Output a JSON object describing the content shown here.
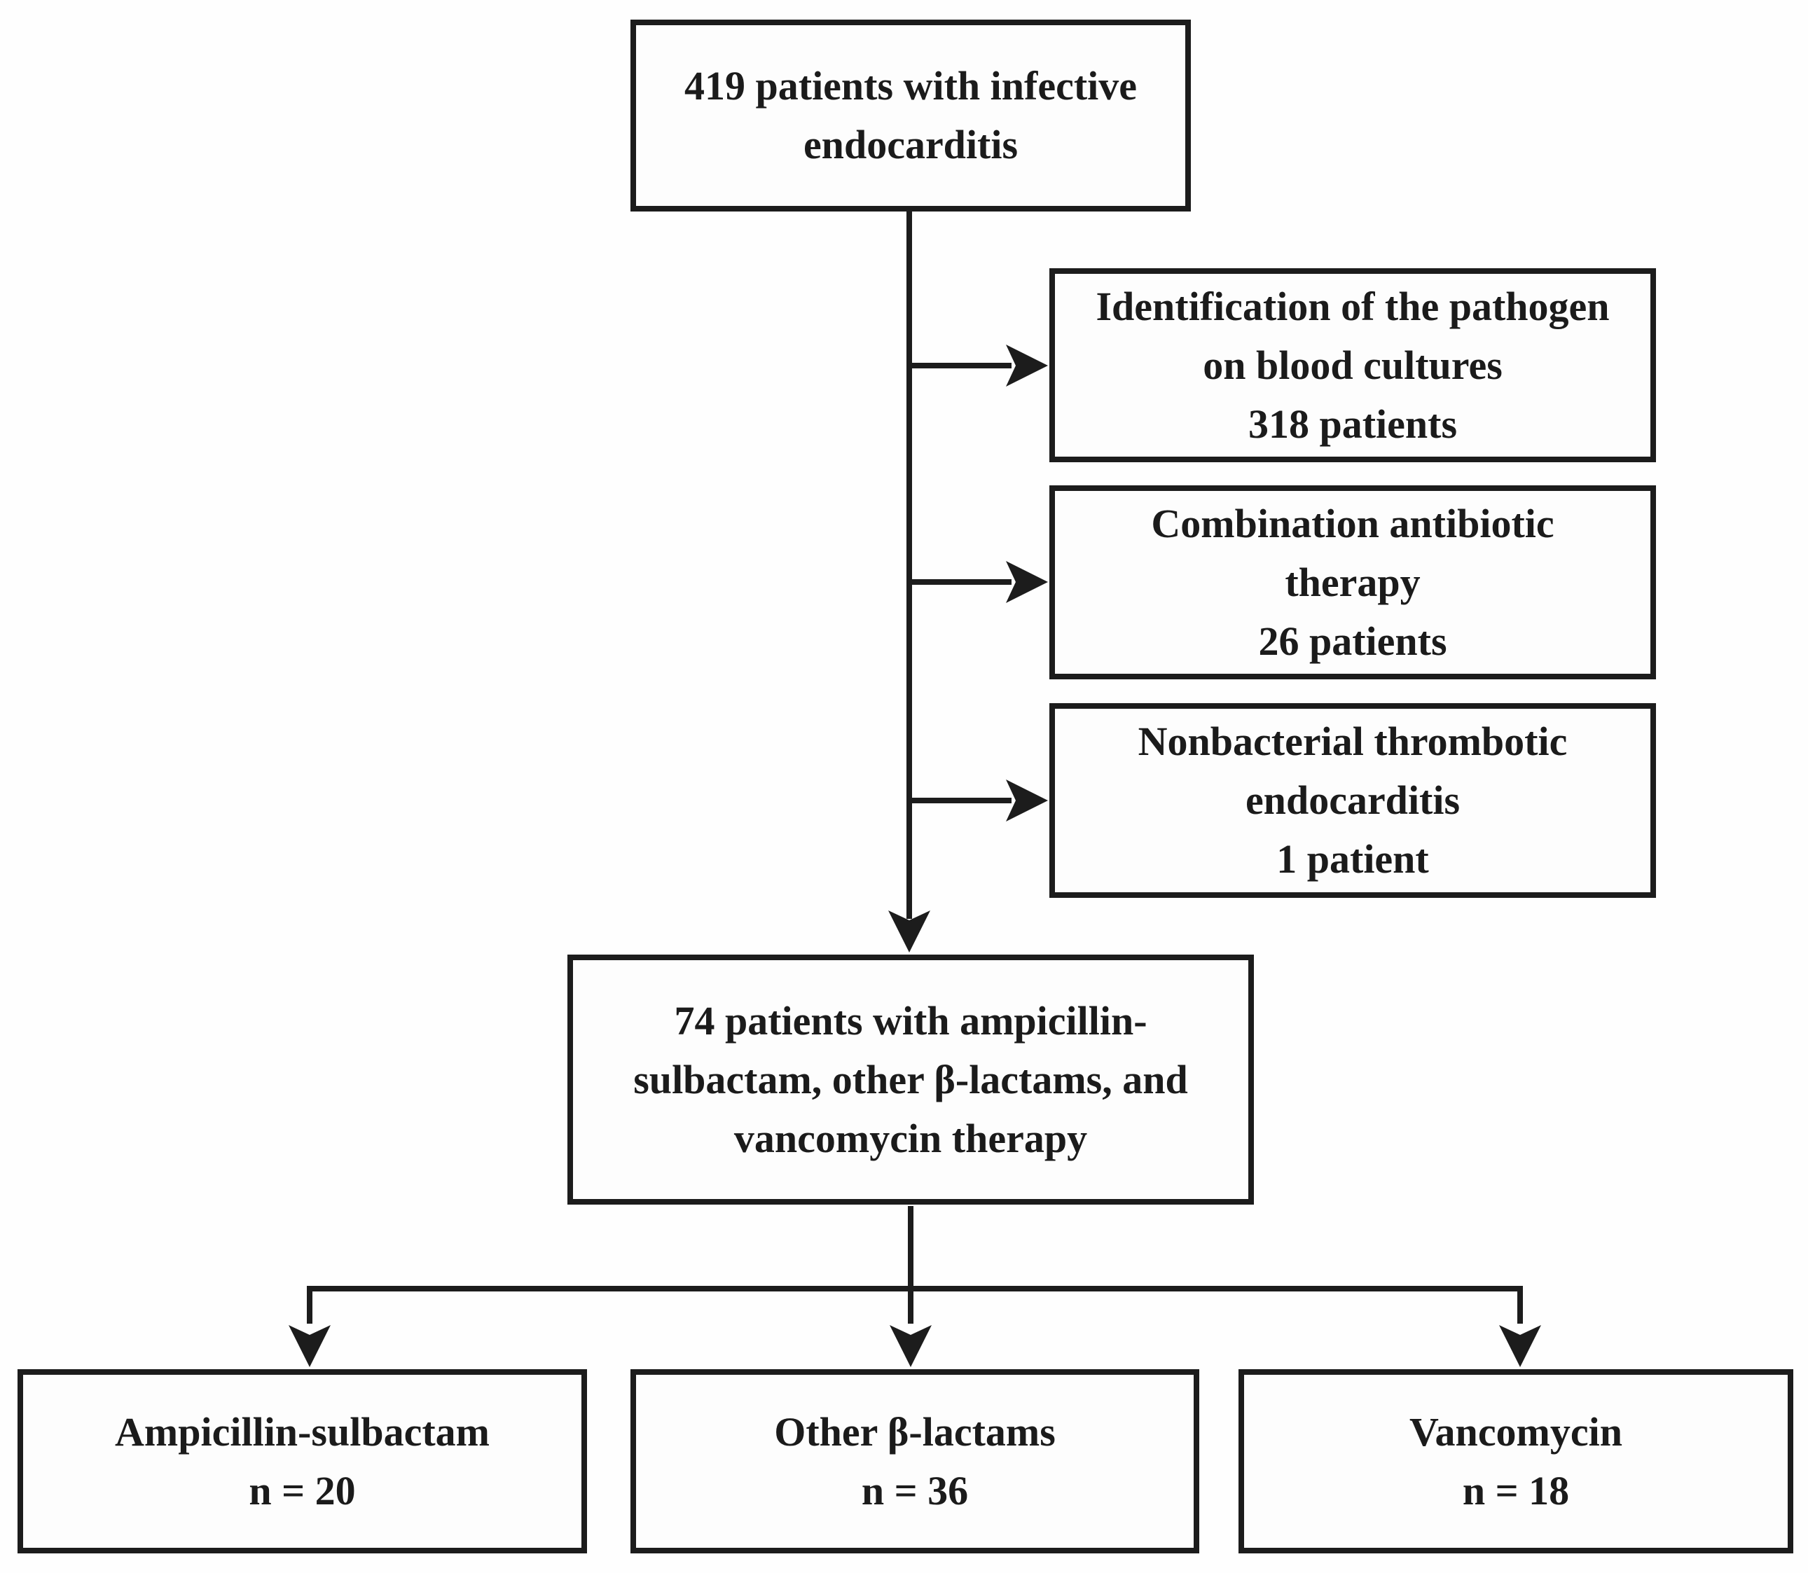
{
  "figure": {
    "type": "patient-flow-diagram",
    "colors": {
      "ink": "#1b1b1b",
      "border": "#1c1c1c",
      "background": "#fefefe"
    },
    "boxes": {
      "total": {
        "lines": [
          "419 patients with infective",
          "endocarditis"
        ]
      },
      "pathogen": {
        "lines": [
          "Identification of the pathogen",
          "on blood cultures",
          "318 patients"
        ]
      },
      "combination": {
        "lines": [
          "Combination antibiotic",
          "therapy",
          "26 patients"
        ]
      },
      "nonbacterial": {
        "lines": [
          "Nonbacterial thrombotic",
          "endocarditis",
          "1 patient"
        ]
      },
      "included": {
        "lines": [
          "74 patients with ampicillin-",
          "sulbactam, other β-lactams, and",
          "vancomycin therapy"
        ]
      },
      "arm_ampicillin": {
        "lines": [
          "Ampicillin-sulbactam",
          "n = 20"
        ]
      },
      "arm_other_beta_lactams": {
        "lines": [
          "Other β-lactams",
          "n = 36"
        ]
      },
      "arm_vancomycin": {
        "lines": [
          "Vancomycin",
          "n = 18"
        ]
      }
    }
  }
}
